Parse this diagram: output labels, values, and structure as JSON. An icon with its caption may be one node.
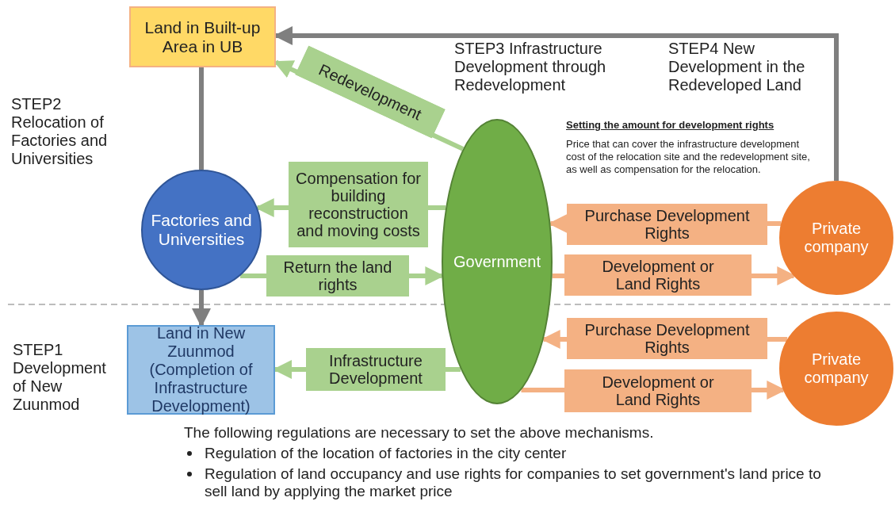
{
  "diagram": {
    "nodes": [
      {
        "text": [
          "Land in Built-up Area in UB"
        ]
      },
      {
        "text": [
          "Factories and Universities"
        ]
      },
      {
        "text": [
          "Land in New Zuunmod (Completion of Infrastructure Development)"
        ]
      },
      {
        "text": [
          "Government"
        ]
      },
      {
        "text": [
          "Private company"
        ]
      },
      {
        "text": [
          "Private company"
        ]
      }
    ],
    "edges": [
      {
        "from": 0,
        "to": 1,
        "arrow": "none",
        "color": "#7f7f7f"
      },
      {
        "from": 1,
        "to": 2,
        "arrow": "to",
        "color": "#7f7f7f"
      },
      {
        "from": 4,
        "to": 0,
        "arrow": "to",
        "color": "#7f7f7f"
      },
      {
        "from": 3,
        "to": 0,
        "arrow": "to",
        "label": "Redevelopment",
        "color": "#a9d18e"
      },
      {
        "from": 3,
        "to": 1,
        "arrow": "to",
        "label": "Compensation for building reconstruction and moving costs",
        "color": "#a9d18e"
      },
      {
        "from": 1,
        "to": 3,
        "arrow": "to",
        "label": "Return the land rights",
        "color": "#a9d18e"
      },
      {
        "from": 4,
        "to": 3,
        "arrow": "to",
        "label": "Purchase Development Rights",
        "color": "#f4b183"
      },
      {
        "from": 3,
        "to": 4,
        "arrow": "to",
        "label": "Development or Land Rights",
        "color": "#f4b183"
      },
      {
        "from": 3,
        "to": 2,
        "arrow": "to",
        "label": "Infrastructure Development",
        "color": "#a9d18e"
      },
      {
        "from": 5,
        "to": 3,
        "arrow": "to",
        "label": "Purchase Development Rights",
        "color": "#f4b183"
      },
      {
        "from": 3,
        "to": 5,
        "arrow": "to",
        "label": "Development or Land Rights",
        "color": "#f4b183"
      }
    ],
    "labels": [
      "STEP2 Relocation of Factories and Universities",
      "STEP3 Infrastructure Development through Redevelopment",
      "STEP4 New Development in the Redeveloped Land",
      "Setting the amount for development rights",
      "Price that can cover the infrastructure development cost of the relocation site and the redevelopment site, as well as compensation for the relocation.",
      "STEP1 Development of New Zuunmod",
      "The following regulations are necessary to set the above mechanisms.",
      "Regulation of the location of factories in the city center",
      "Regulation of land occupancy and use rights for companies to set government's land price to sell land by applying the market price"
    ]
  }
}
